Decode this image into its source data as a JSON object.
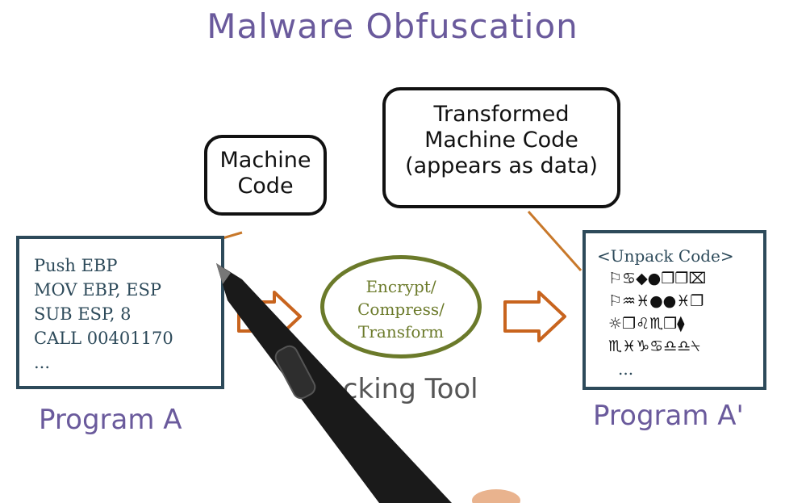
{
  "title": "Malware Obfuscation",
  "callout_machine_code": [
    "Machine",
    "Code"
  ],
  "callout_transformed": [
    "Transformed",
    "Machine Code",
    "(appears as data)"
  ],
  "program_a": {
    "lines": [
      "Push EBP",
      "MOV EBP, ESP",
      "SUB ESP, 8",
      "CALL 00401170",
      "..."
    ],
    "label": "Program A"
  },
  "packing_tool": {
    "lines": [
      "Encrypt/",
      "Compress/",
      "Transform"
    ],
    "label": "Packing Tool"
  },
  "program_a_prime": {
    "header": "<Unpack Code>",
    "glyph_lines": [
      "⚐♋◆●❒❐⌧",
      "⚐♒♓●●♓❐",
      "☼❐♌♏❒⧫",
      "♏♓♑♋♎♎⍀"
    ],
    "ellipsis": "...",
    "label": "Program A'"
  },
  "colors": {
    "title": "#6a5a9c",
    "program_border": "#2d4a5a",
    "tool_ellipse": "#6b7a2a",
    "arrow": "#c8641e",
    "connector": "#c8782a"
  }
}
